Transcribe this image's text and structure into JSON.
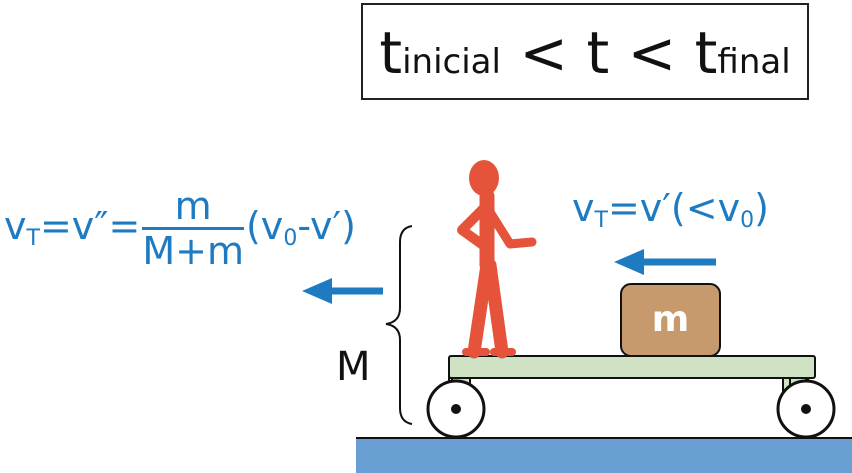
{
  "header": {
    "t_symbol": "t",
    "sub_inicial": "inicial",
    "less_than": "<",
    "sub_final": "final"
  },
  "left_equation": {
    "v": "v",
    "sub_T": "T",
    "equals_v_double_prime": "=v″=",
    "frac_num": "m",
    "frac_den": "M+m",
    "tail_open": "(v",
    "sub_0": "0",
    "tail_close": "-v′)"
  },
  "right_equation": {
    "v": "v",
    "sub_T": "T",
    "middle": "=v′(<v",
    "sub_0": "0",
    "close": ")"
  },
  "labels": {
    "cart_mass": "M",
    "box_mass": "m"
  },
  "colors": {
    "arrow_blue": "#1f7bc1",
    "person_red": "#e5543a",
    "box_brown": "#c69a6d",
    "cart_green": "#cfe3c4",
    "ground_blue": "#6a9fd4"
  },
  "icons": {
    "person": "person-walking-icon",
    "arrow_left": "arrow-left-icon"
  }
}
